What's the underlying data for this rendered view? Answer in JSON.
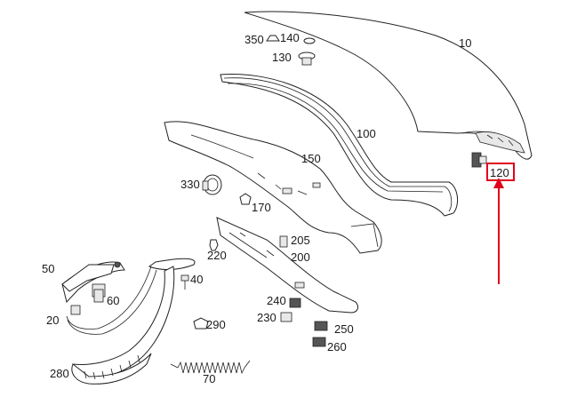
{
  "diagram": {
    "labels": {
      "p10": "10",
      "p20": "20",
      "p40": "40",
      "p50": "50",
      "p60": "60",
      "p70": "70",
      "p100": "100",
      "p120": "120",
      "p130": "130",
      "p140": "140",
      "p150": "150",
      "p170": "170",
      "p200": "200",
      "p205": "205",
      "p220": "220",
      "p230": "230",
      "p240": "240",
      "p250": "250",
      "p260": "260",
      "p280": "280",
      "p290": "290",
      "p330": "330",
      "p350": "350"
    },
    "highlighted_part": "120",
    "highlight_color": "#e0001b"
  }
}
